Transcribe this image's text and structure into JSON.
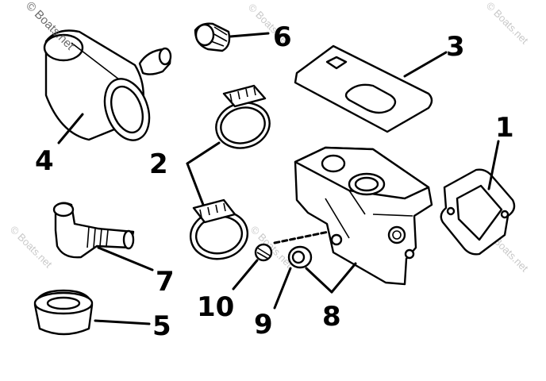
{
  "watermarks": {
    "main": "© Boats.net",
    "repeat": "© Boats.net"
  },
  "callouts": {
    "c1": "1",
    "c2": "2",
    "c3": "3",
    "c4": "4",
    "c5": "5",
    "c6": "6",
    "c7": "7",
    "c8": "8",
    "c9": "9",
    "c10": "10"
  }
}
